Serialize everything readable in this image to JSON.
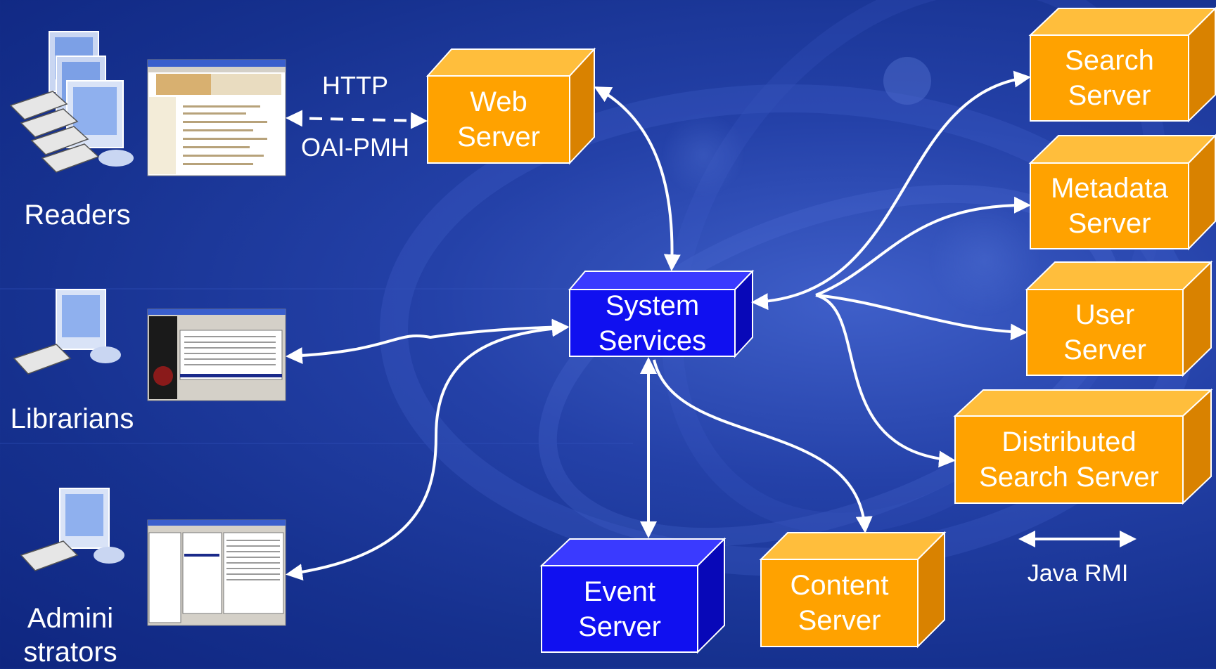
{
  "colors": {
    "background": "#1b3596",
    "server_orange": "#ffa200",
    "server_orange_side": "#d98200",
    "server_orange_top": "#ffbe3c",
    "server_blue": "#1010f0",
    "server_blue_side": "#0808b8",
    "server_blue_top": "#3a3aff",
    "arrow": "#ffffff"
  },
  "actors": [
    {
      "id": "readers",
      "label": "Readers",
      "icon": "multi-computer-icon",
      "screenshot": "digital-library-web-page-thumbnail"
    },
    {
      "id": "librarians",
      "label": "Librarians",
      "icon": "computer-icon",
      "screenshot": "librarian-application-thumbnail"
    },
    {
      "id": "administrators",
      "label_line1": "Admini",
      "label_line2": "strators",
      "icon": "computer-icon",
      "screenshot": "administrator-application-thumbnail"
    }
  ],
  "protocols": {
    "top": "HTTP",
    "bottom": "OAI-PMH"
  },
  "servers": {
    "web": {
      "line1": "Web",
      "line2": "Server",
      "color": "orange"
    },
    "system": {
      "line1": "System",
      "line2": "Services",
      "color": "blue"
    },
    "search": {
      "line1": "Search",
      "line2": "Server",
      "color": "orange"
    },
    "metadata": {
      "line1": "Metadata",
      "line2": "Server",
      "color": "orange"
    },
    "user": {
      "line1": "User",
      "line2": "Server",
      "color": "orange"
    },
    "distributed": {
      "line1": "Distributed",
      "line2": "Search Server",
      "color": "orange"
    },
    "event": {
      "line1": "Event",
      "line2": "Server",
      "color": "blue"
    },
    "content": {
      "line1": "Content",
      "line2": "Server",
      "color": "orange"
    }
  },
  "legend": {
    "label": "Java RMI",
    "icon": "double-arrow-icon"
  }
}
